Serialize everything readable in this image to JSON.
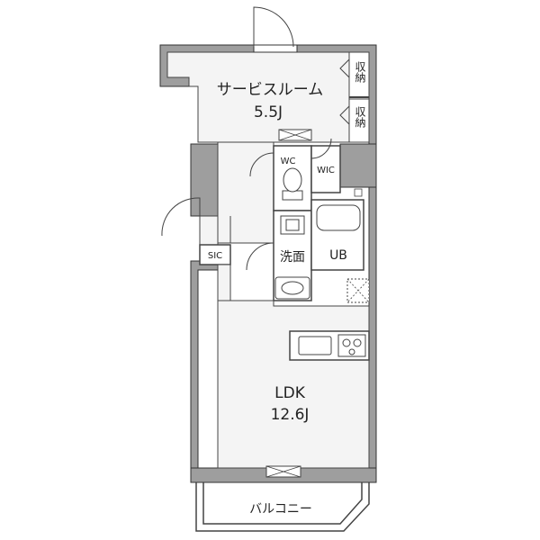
{
  "rooms": {
    "service_room_name": "サービスルーム",
    "service_room_size": "5.5J",
    "ldk_name": "LDK",
    "ldk_size": "12.6J",
    "wc": "WC",
    "wic": "WIC",
    "washroom": "洗面",
    "ub": "UB",
    "sic": "SIC",
    "balcony": "バルコニー",
    "storage_top": "収納",
    "storage_bottom": "収納"
  },
  "colors": {
    "wall": "#9e9e9e",
    "wall_line": "#333333",
    "floor": "#f4f4f4",
    "wet_area": "#ffffff",
    "line": "#444444"
  }
}
